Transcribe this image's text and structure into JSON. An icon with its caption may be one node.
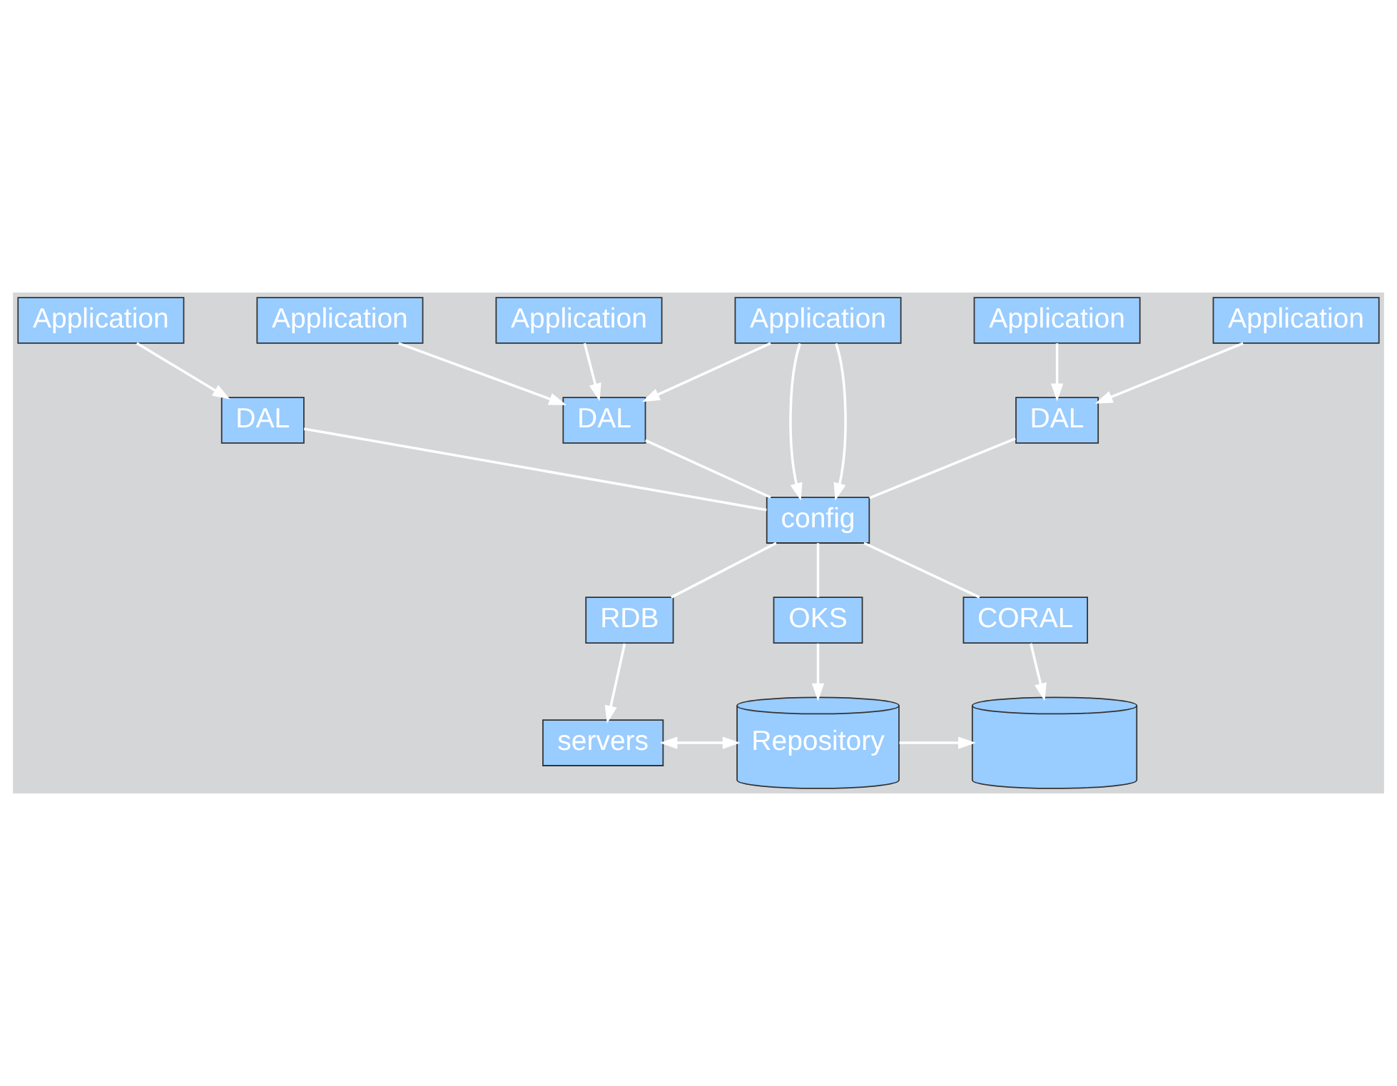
{
  "diagram": {
    "nodes": [
      {
        "text": [
          "Application"
        ]
      },
      {
        "text": [
          "Application"
        ]
      },
      {
        "text": [
          "Application"
        ]
      },
      {
        "text": [
          "Application"
        ]
      },
      {
        "text": [
          "Application"
        ]
      },
      {
        "text": [
          "Application"
        ]
      },
      {
        "text": [
          "DAL"
        ]
      },
      {
        "text": [
          "DAL"
        ]
      },
      {
        "text": [
          "DAL"
        ]
      },
      {
        "text": [
          "config"
        ]
      },
      {
        "text": [
          "RDB"
        ]
      },
      {
        "text": [
          "OKS"
        ]
      },
      {
        "text": [
          "CORAL"
        ]
      },
      {
        "text": [
          "servers"
        ]
      },
      {
        "text": [
          "Repository"
        ]
      },
      {
        "text": [],
        "shape": "cylinder"
      }
    ],
    "edges": [
      {
        "from": 0,
        "to": 6,
        "arrow": "to"
      },
      {
        "from": 1,
        "to": 7,
        "arrow": "to"
      },
      {
        "from": 2,
        "to": 7,
        "arrow": "to"
      },
      {
        "from": 3,
        "to": 8,
        "arrow": "to"
      },
      {
        "from": 4,
        "to": 8,
        "arrow": "to"
      },
      {
        "from": 5,
        "to": 8,
        "arrow": "to"
      },
      {
        "from": 5,
        "to": 9,
        "arrow": "to"
      },
      {
        "from": 5,
        "to": 9,
        "arrow": "to"
      },
      {
        "from": 6,
        "to": 9,
        "arrow": "none"
      },
      {
        "from": 7,
        "to": 9,
        "arrow": "none"
      },
      {
        "from": 8,
        "to": 9,
        "arrow": "none"
      },
      {
        "from": 9,
        "to": 10,
        "arrow": "none"
      },
      {
        "from": 9,
        "to": 11,
        "arrow": "none"
      },
      {
        "from": 9,
        "to": 12,
        "arrow": "none"
      },
      {
        "from": 10,
        "to": 13,
        "arrow": "to"
      },
      {
        "from": 11,
        "to": 14,
        "arrow": "to"
      },
      {
        "from": 12,
        "to": 15,
        "arrow": "to"
      },
      {
        "from": 13,
        "to": 14,
        "arrow": "both"
      },
      {
        "from": 14,
        "to": 15,
        "arrow": "to"
      }
    ]
  }
}
